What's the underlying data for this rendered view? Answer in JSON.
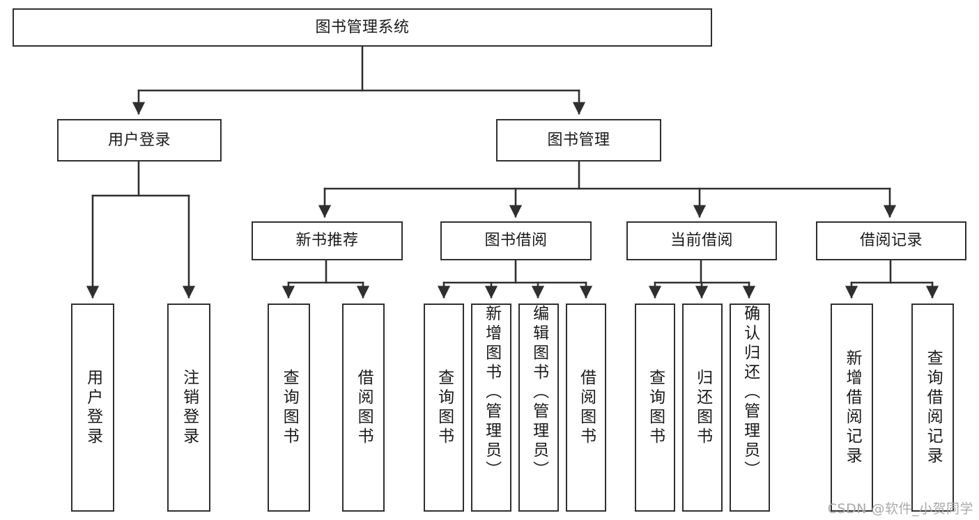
{
  "diagram": {
    "type": "tree-hierarchy",
    "title": "图书管理系统",
    "watermark": "CSDN @软件_小贺同学",
    "colors": {
      "box_border": "#2f2f2f",
      "box_fill": "#ffffff",
      "connector": "#2f2f2f",
      "text": "#1a1a1a",
      "watermark": "#a9a9a9"
    },
    "root": {
      "label": "图书管理系统"
    },
    "level2": [
      {
        "label": "用户登录"
      },
      {
        "label": "图书管理"
      }
    ],
    "level3": [
      {
        "label": "新书推荐"
      },
      {
        "label": "图书借阅"
      },
      {
        "label": "当前借阅"
      },
      {
        "label": "借阅记录"
      }
    ],
    "leaves": {
      "user_login": [
        {
          "label": "用户登录"
        },
        {
          "label": "注销登录"
        }
      ],
      "new_book_recommend": [
        {
          "label": "查询图书"
        },
        {
          "label": "借阅图书"
        }
      ],
      "book_borrow": [
        {
          "label": "查询图书"
        },
        {
          "label": "新增图书（管理员）"
        },
        {
          "label": "编辑图书（管理员）"
        },
        {
          "label": "借阅图书"
        }
      ],
      "current_borrow": [
        {
          "label": "查询图书"
        },
        {
          "label": "归还图书"
        },
        {
          "label": "确认归还（管理员）"
        }
      ],
      "borrow_record": [
        {
          "label": "新增借阅记录"
        },
        {
          "label": "查询借阅记录"
        }
      ]
    }
  }
}
